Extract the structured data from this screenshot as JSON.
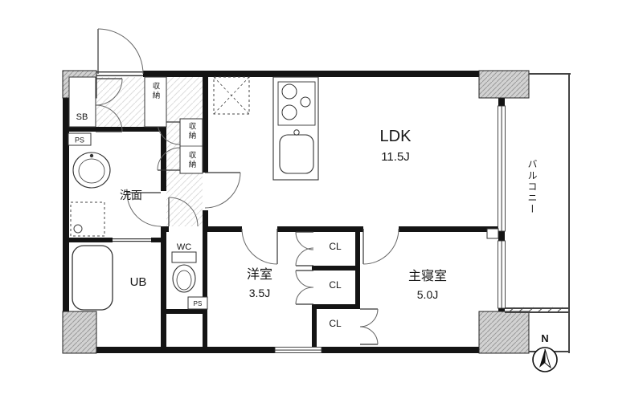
{
  "plan": {
    "rooms": {
      "ldk": {
        "name": "LDK",
        "area": "11.5J"
      },
      "western_room": {
        "name": "洋室",
        "area": "3.5J"
      },
      "master_bedroom": {
        "name": "主寝室",
        "area": "5.0J"
      },
      "washroom": {
        "name": "洗面"
      },
      "unit_bath": {
        "name": "UB"
      },
      "toilet": {
        "name": "WC"
      },
      "balcony": {
        "name": "バルコニー"
      }
    },
    "labels": {
      "shoe_box": "SB",
      "pipe_space": "PS",
      "storage": "収納",
      "closet": "CL",
      "north": "N"
    },
    "colors": {
      "wall": "#141414",
      "column_fill": "#d2d2d2",
      "column_hatch": "#9a9a9a",
      "floor_hatch": "#dddddd",
      "line": "#333333",
      "background": "#ffffff"
    }
  }
}
